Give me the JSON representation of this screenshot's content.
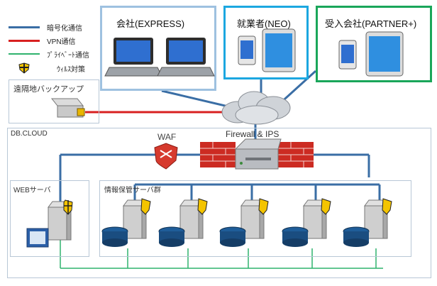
{
  "legend": {
    "items": [
      {
        "label": "暗号化通信",
        "color": "#3a6ea5"
      },
      {
        "label": "VPN通信",
        "color": "#d82020"
      },
      {
        "label": "ﾌﾟﾗｲﾍﾞｰﾄ通信",
        "color": "#2fb36d"
      },
      {
        "label": "ｳｨﾙｽ対策",
        "icon": "shield-icon"
      }
    ]
  },
  "clients": {
    "express": {
      "label": "会社(EXPRESS)",
      "border": "#9ec1e0"
    },
    "neo": {
      "label": "就業者(NEO)",
      "border": "#1ca7e0"
    },
    "partner": {
      "label": "受入会社(PARTNER+)",
      "border": "#1aa65a"
    }
  },
  "backup": {
    "label": "遠隔地バックアップ"
  },
  "network": {
    "firewall_label": "Firewall & IPS",
    "waf_label": "WAF"
  },
  "cloud": {
    "label": "DB.CLOUD",
    "web_group": "WEBサーバ",
    "info_group": "情報保管サーバ群"
  }
}
